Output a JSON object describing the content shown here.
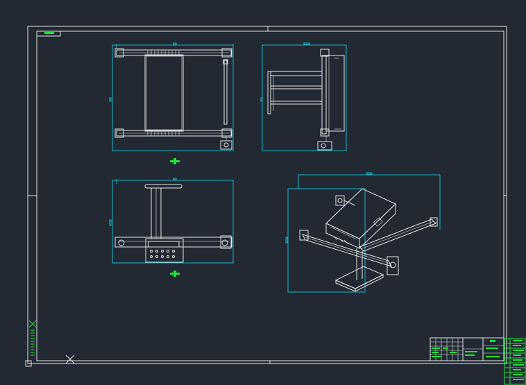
{
  "colors": {
    "background": "#222933",
    "geometry": "#e6e6e6",
    "dimension": "#17b8c8",
    "annotation": "#22e03a"
  },
  "drawing": {
    "views": [
      "top-view",
      "side-view",
      "front-view",
      "isometric-view"
    ]
  }
}
